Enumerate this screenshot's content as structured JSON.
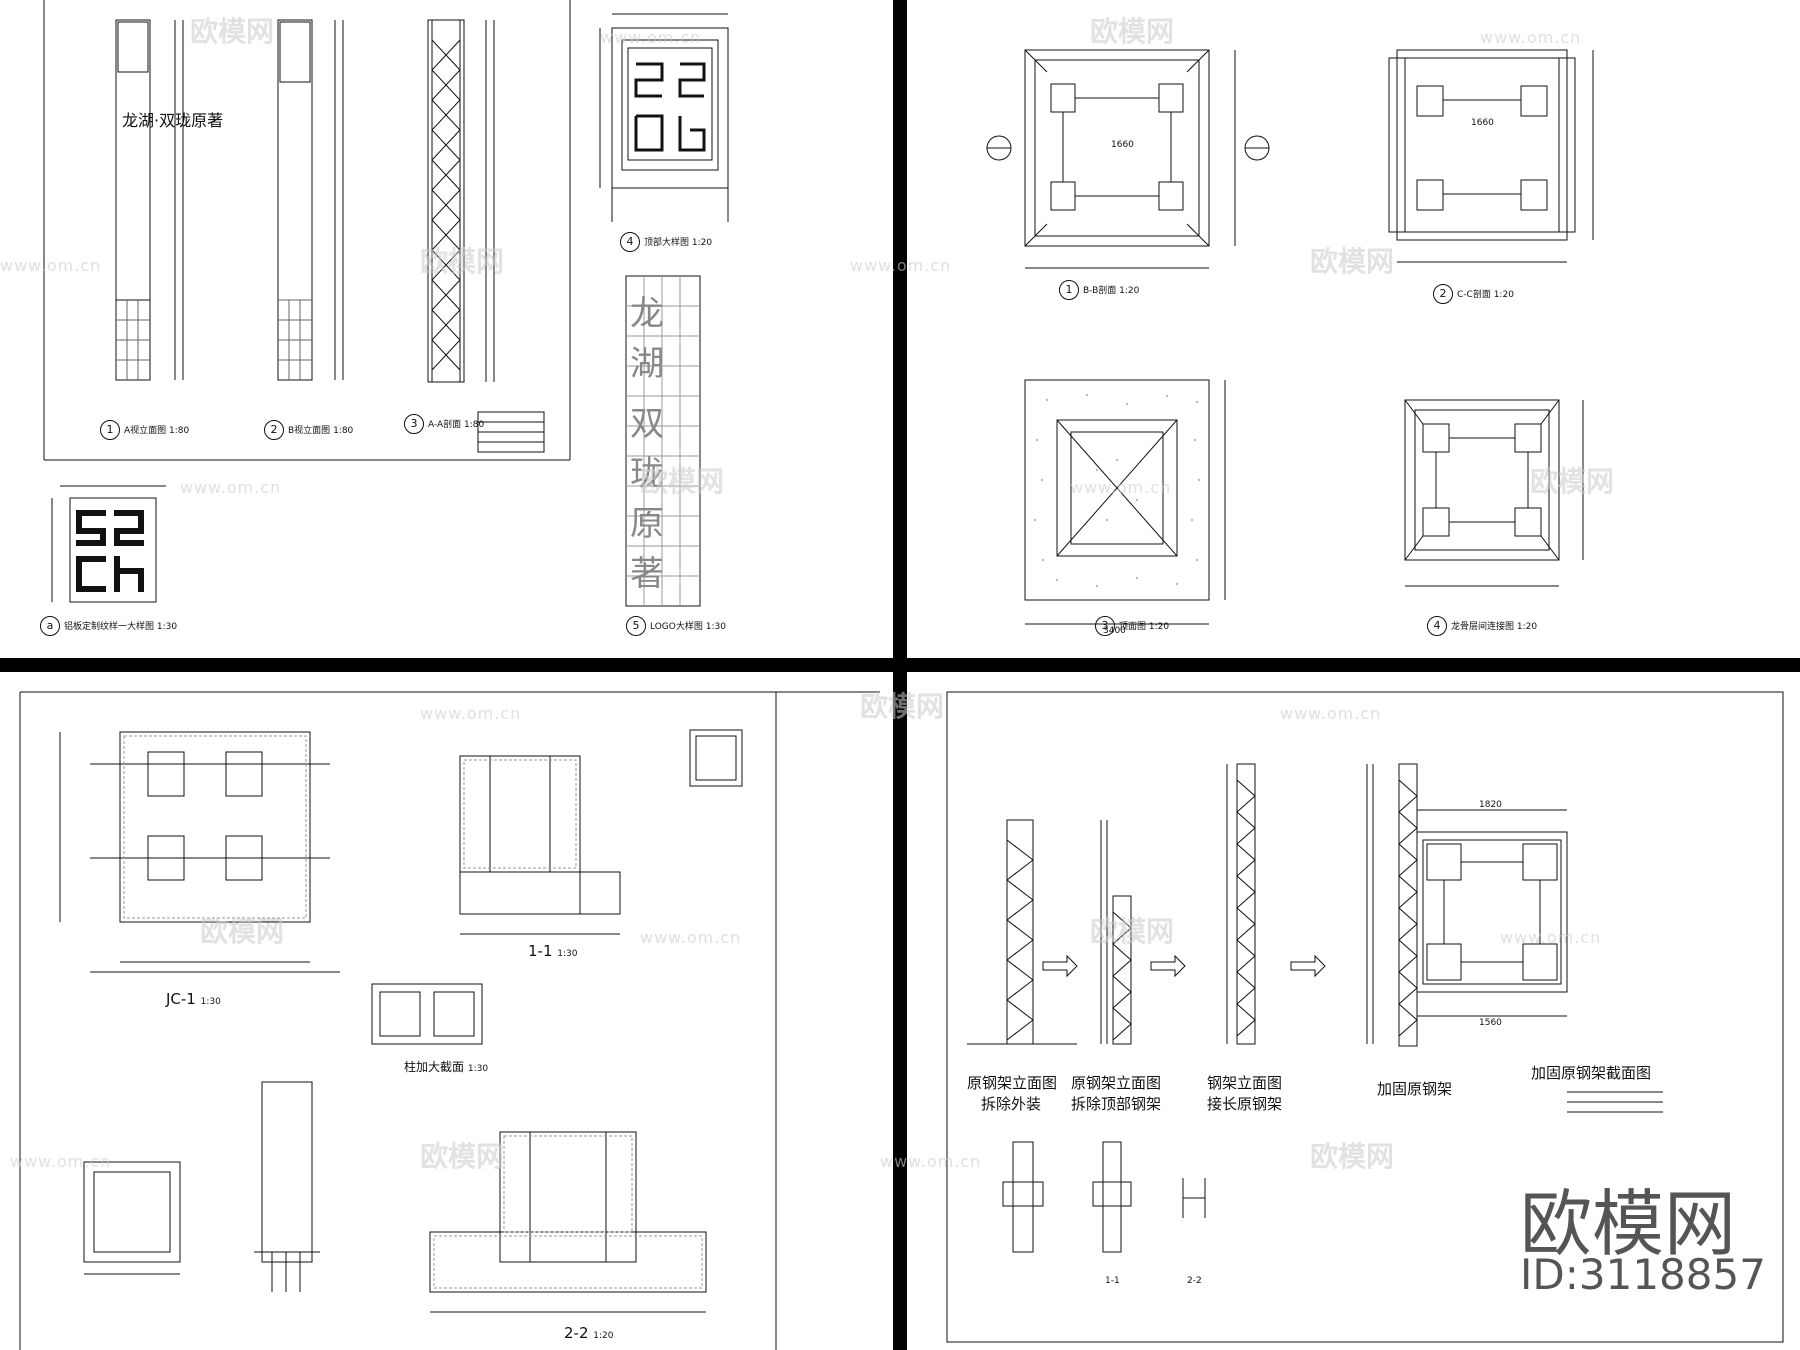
{
  "panel1": {
    "caption_1": "A视立面图",
    "scale_1": "1:80",
    "caption_2": "B视立面图",
    "scale_2": "1:80",
    "caption_3": "A-A剖面",
    "scale_3": "1:80",
    "caption_4": "顶部大样图",
    "scale_4": "1:20",
    "caption_5": "LOGO大样图",
    "scale_5": "1:30",
    "caption_a": "铝板定制纹样一大样图",
    "scale_a": "1:30",
    "logo_chars": "龙湖·双珑原著",
    "pylon_chars": [
      "龙",
      "湖",
      "双",
      "珑",
      "原",
      "著"
    ],
    "marker_a": "a",
    "num_1": "1",
    "num_2": "2",
    "num_3": "3",
    "num_4": "4",
    "num_5": "5"
  },
  "panel2": {
    "caption_1": "B-B剖面",
    "scale_1": "1:20",
    "caption_2": "C-C剖面",
    "scale_2": "1:20",
    "caption_3": "顶面图",
    "scale_3": "1:20",
    "caption_4": "龙骨层间连接图",
    "scale_4": "1:20",
    "dim_1660": "1660",
    "dim_3400": "3400",
    "num_1": "1",
    "num_2": "2",
    "num_3": "3",
    "num_4": "4"
  },
  "panel3": {
    "caption_jc": "JC-1",
    "scale_jc": "1:30",
    "caption_11": "1-1",
    "scale_11": "1:30",
    "caption_col": "柱加大截面",
    "scale_col": "1:30",
    "caption_22": "2-2",
    "scale_22": "1:20"
  },
  "panel4": {
    "label_1a": "原钢架立面图",
    "label_1b": "拆除外装",
    "label_2a": "原钢架立面图",
    "label_2b": "拆除顶部钢架",
    "label_3a": "钢架立面图",
    "label_3b": "接长原钢架",
    "label_4": "加固原钢架",
    "label_5": "加固原钢架截面图",
    "dim_1820": "1820",
    "dim_1560": "1560",
    "sec_11": "1-1",
    "sec_22": "2-2"
  },
  "watermark": {
    "brand": "欧模网",
    "url": "www.om.cn"
  },
  "footer": {
    "brand": "欧模网",
    "id": "ID:3118857"
  }
}
